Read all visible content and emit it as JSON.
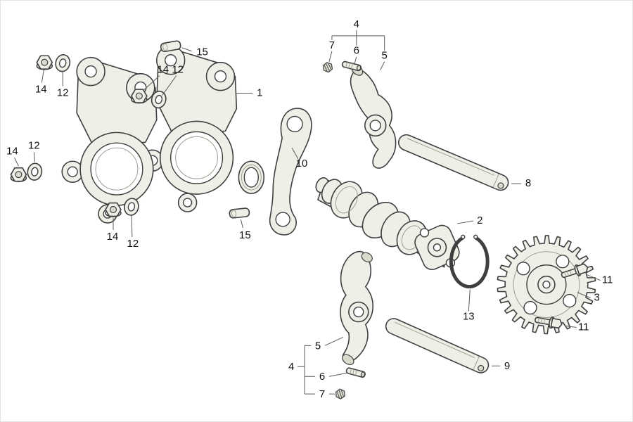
{
  "diagram": {
    "type": "exploded-parts-diagram",
    "subject": "camshaft-rocker-assembly",
    "background_color": "#ffffff",
    "part_fill_color": "#eef0e7",
    "outline_color": "#3f3f40",
    "label_color": "#111111",
    "leader_color": "#5a5a5a"
  },
  "callouts": [
    {
      "label": "15"
    },
    {
      "label": "14"
    },
    {
      "label": "12"
    },
    {
      "label": "1"
    },
    {
      "label": "14"
    },
    {
      "label": "12"
    },
    {
      "label": "14"
    },
    {
      "label": "12"
    },
    {
      "label": "14"
    },
    {
      "label": "12"
    },
    {
      "label": "15"
    },
    {
      "label": "10"
    },
    {
      "label": "4"
    },
    {
      "label": "7"
    },
    {
      "label": "6"
    },
    {
      "label": "5"
    },
    {
      "label": "8"
    },
    {
      "label": "2"
    },
    {
      "label": "13"
    },
    {
      "label": "3"
    },
    {
      "label": "11"
    },
    {
      "label": "11"
    },
    {
      "label": "9"
    },
    {
      "label": "5"
    },
    {
      "label": "4"
    },
    {
      "label": "6"
    },
    {
      "label": "7"
    }
  ]
}
